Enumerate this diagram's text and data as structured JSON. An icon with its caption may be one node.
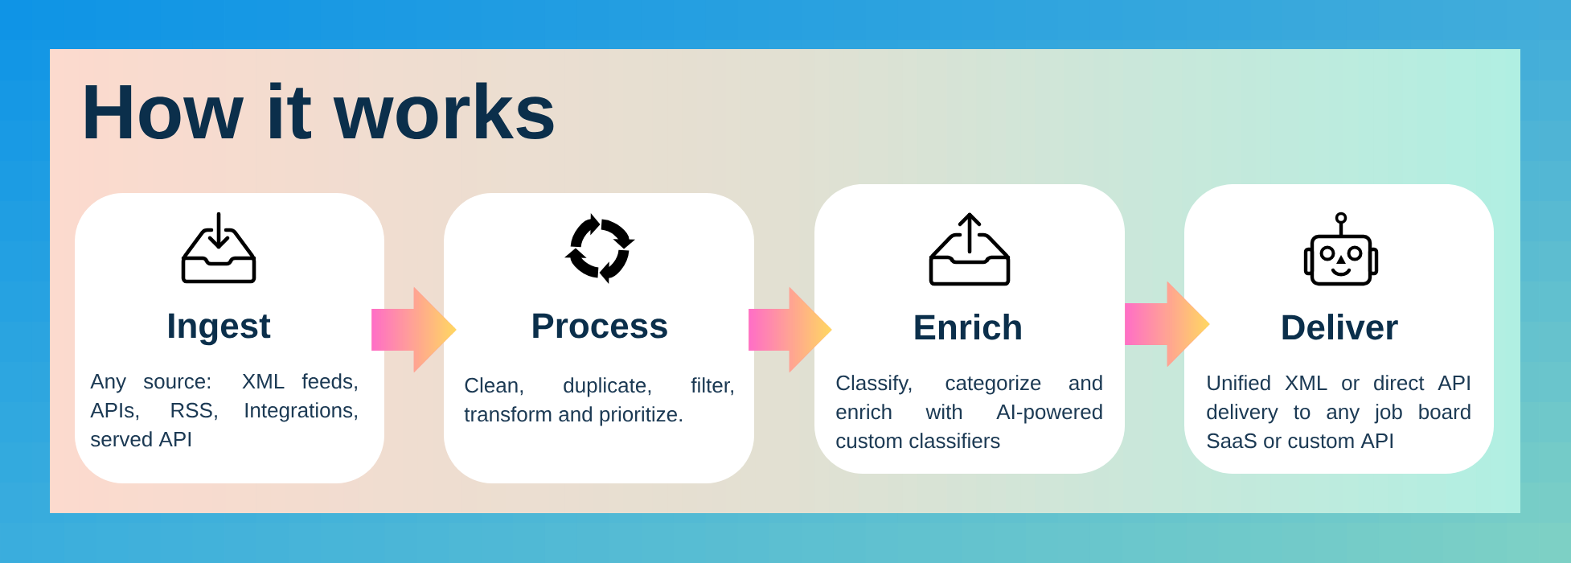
{
  "diagram": {
    "title": "How it works",
    "nodes": [
      {
        "text": [
          "Ingest",
          "Any source: XML feeds, APIs, RSS, Integrations, served API"
        ]
      },
      {
        "text": [
          "Process",
          "Clean, duplicate, filter, transform and prioritize."
        ]
      },
      {
        "text": [
          "Enrich",
          "Classify, categorize and enrich with AI-powered custom classifiers"
        ]
      },
      {
        "text": [
          "Deliver",
          "Unified XML or direct API delivery to any job board SaaS or custom API"
        ]
      }
    ],
    "edges": [
      {
        "from": 0,
        "to": 1,
        "arrow": "to"
      },
      {
        "from": 1,
        "to": 2,
        "arrow": "to"
      },
      {
        "from": 2,
        "to": 3,
        "arrow": "to"
      }
    ]
  }
}
